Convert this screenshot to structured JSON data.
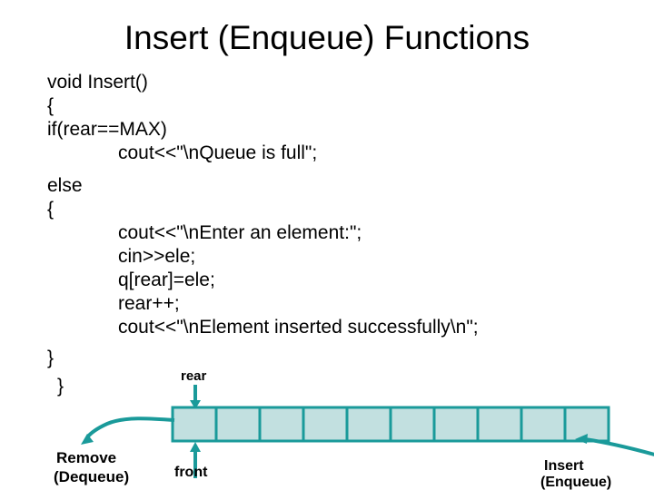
{
  "slide": {
    "title": "Insert (Enqueue) Functions"
  },
  "code": {
    "lines": [
      {
        "text": "void Insert()",
        "indent": 0
      },
      {
        "text": "{",
        "indent": 0
      },
      {
        "text": "if(rear==MAX)",
        "indent": 0
      },
      {
        "text": "cout<<\"\\nQueue is full\";",
        "indent": 1
      },
      {
        "text": "else",
        "indent": 0
      },
      {
        "text": "{",
        "indent": 0
      },
      {
        "text": "cout<<\"\\nEnter an element:\";",
        "indent": 1
      },
      {
        "text": "cin>>ele;",
        "indent": 1
      },
      {
        "text": "q[rear]=ele;",
        "indent": 1
      },
      {
        "text": "rear++;",
        "indent": 1
      },
      {
        "text": "cout<<\"\\nElement inserted successfully\\n\";",
        "indent": 1
      },
      {
        "text": "}",
        "indent": 0
      },
      {
        "text": "}",
        "indent": 2
      }
    ]
  },
  "diagram": {
    "queue": {
      "cell_count": 10
    },
    "labels": {
      "rear": "rear",
      "front": "front",
      "remove_line1": "Remove",
      "remove_line2": "(Dequeue)",
      "insert_line1": "Insert",
      "insert_line2": "(Enqueue)"
    },
    "colors": {
      "teal": "#1a9a9a",
      "cell_fill": "#c2e0e0",
      "text": "#000000",
      "background": "#ffffff"
    }
  }
}
